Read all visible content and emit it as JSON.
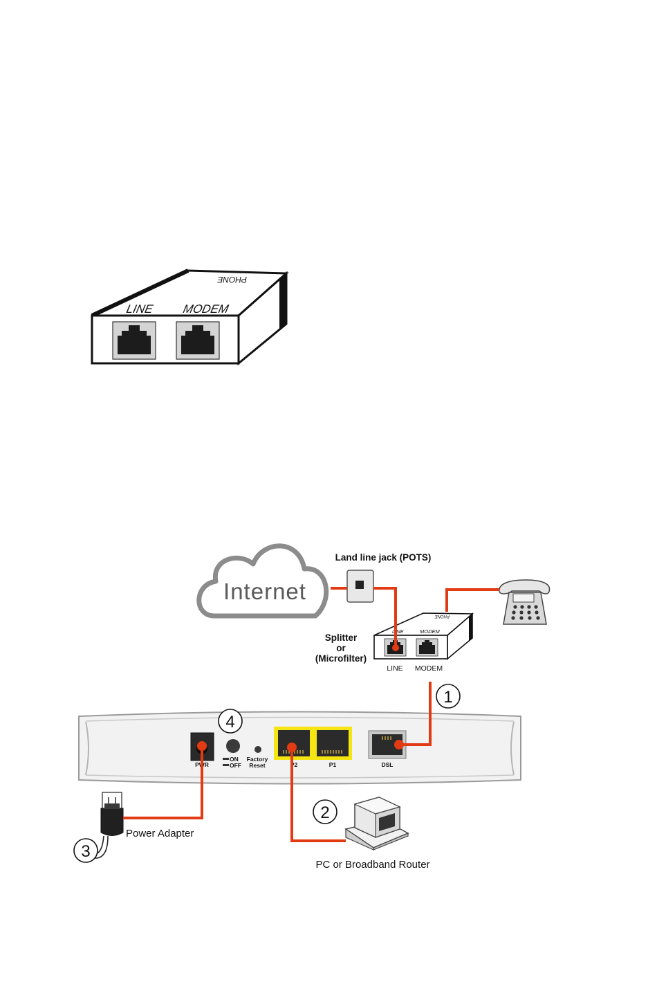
{
  "splitter_large": {
    "port_line": "LINE",
    "port_modem": "MODEM",
    "port_phone": "PHONE"
  },
  "diagram": {
    "cloud_label": "Internet",
    "wall_jack_label": "Land line jack (POTS)",
    "splitter_label_line1": "Splitter",
    "splitter_label_line2": "or",
    "splitter_label_line3": "(Microfilter)",
    "splitter_top_line": "LINE",
    "splitter_top_modem": "MODEM",
    "splitter_top_phone": "PHONE",
    "splitter_bottom_line": "LINE",
    "splitter_bottom_modem": "MODEM",
    "step_1": "1",
    "step_2": "2",
    "step_3": "3",
    "step_4": "4",
    "modem_pwr": "PWR",
    "modem_on": "ON",
    "modem_off": "OFF",
    "modem_factory": "Factory",
    "modem_reset": "Reset",
    "modem_p2": "P2",
    "modem_p1": "P1",
    "modem_dsl": "DSL",
    "power_adapter_label": "Power Adapter",
    "pc_router_label": "PC or Broadband Router"
  },
  "colors": {
    "cable": "#e23a12",
    "lan_ports": "#f4e513",
    "cloud_stroke": "#8c8c8c"
  }
}
